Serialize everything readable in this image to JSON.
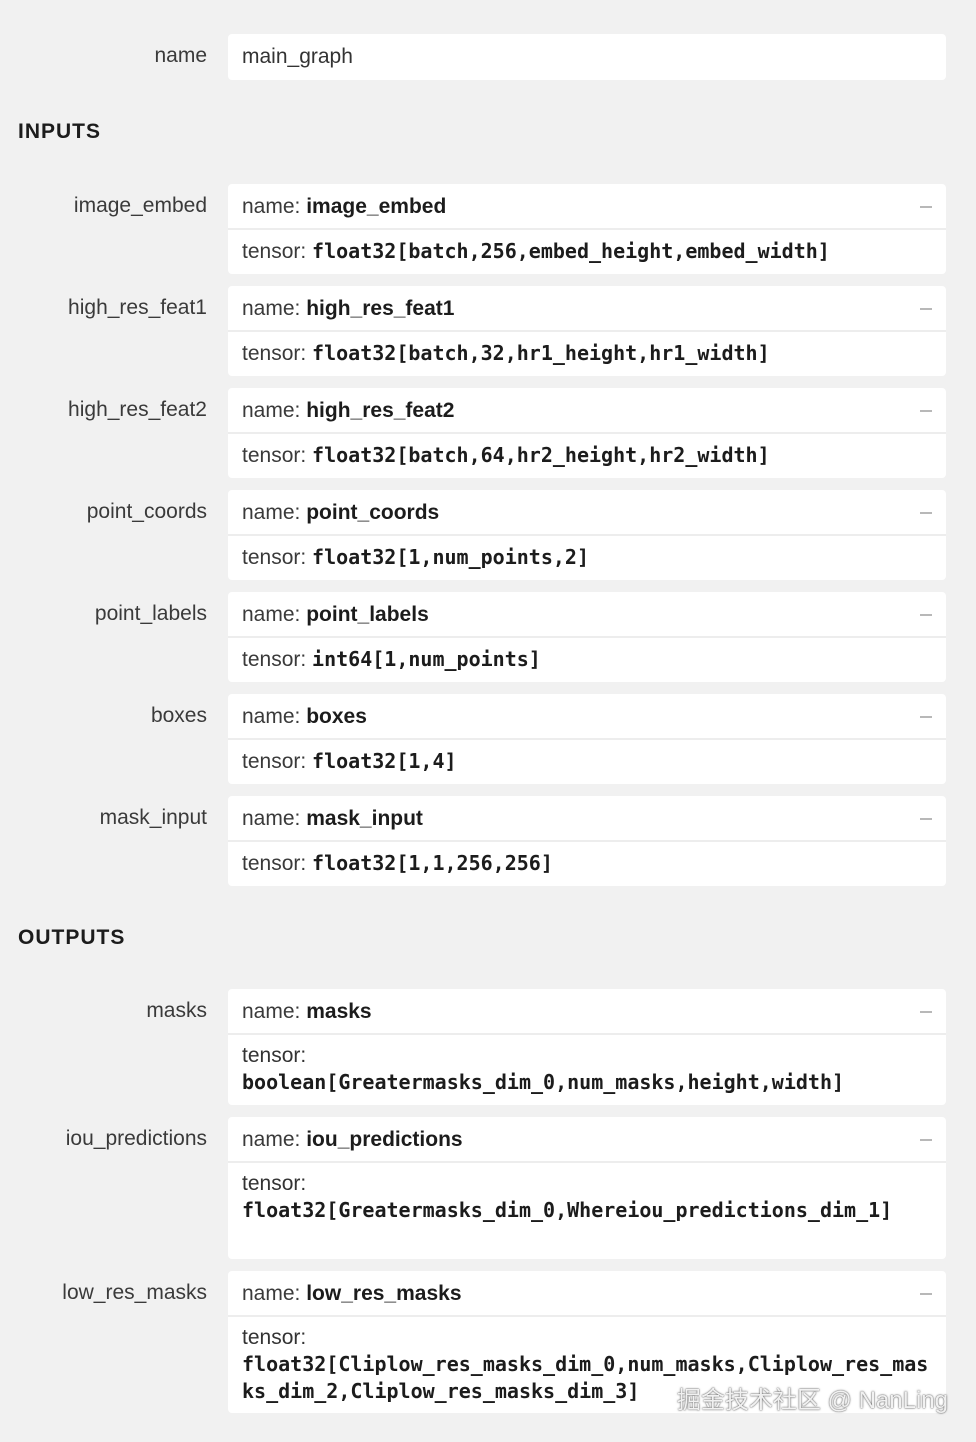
{
  "graph": {
    "name_label": "name",
    "name_value": "main_graph"
  },
  "sections": {
    "inputs_title": "INPUTS",
    "outputs_title": "OUTPUTS"
  },
  "field_keys": {
    "name": "name:",
    "tensor": "tensor:"
  },
  "inputs": [
    {
      "label": "image_embed",
      "name": "image_embed",
      "tensor": "float32[batch,256,embed_height,embed_width]"
    },
    {
      "label": "high_res_feat1",
      "name": "high_res_feat1",
      "tensor": "float32[batch,32,hr1_height,hr1_width]"
    },
    {
      "label": "high_res_feat2",
      "name": "high_res_feat2",
      "tensor": "float32[batch,64,hr2_height,hr2_width]"
    },
    {
      "label": "point_coords",
      "name": "point_coords",
      "tensor": "float32[1,num_points,2]"
    },
    {
      "label": "point_labels",
      "name": "point_labels",
      "tensor": "int64[1,num_points]"
    },
    {
      "label": "boxes",
      "name": "boxes",
      "tensor": "float32[1,4]"
    },
    {
      "label": "mask_input",
      "name": "mask_input",
      "tensor": "float32[1,1,256,256]"
    }
  ],
  "outputs": [
    {
      "label": "masks",
      "name": "masks",
      "tensor": "boolean[Greatermasks_dim_0,num_masks,height,width]"
    },
    {
      "label": "iou_predictions",
      "name": "iou_predictions",
      "tensor": "float32[Greatermasks_dim_0,Whereiou_predictions_dim_1]"
    },
    {
      "label": "low_res_masks",
      "name": "low_res_masks",
      "tensor": "float32[Cliplow_res_masks_dim_0,num_masks,Cliplow_res_masks_dim_2,Cliplow_res_masks_dim_3]"
    }
  ],
  "watermark": "掘金技术社区 @ NanLing"
}
